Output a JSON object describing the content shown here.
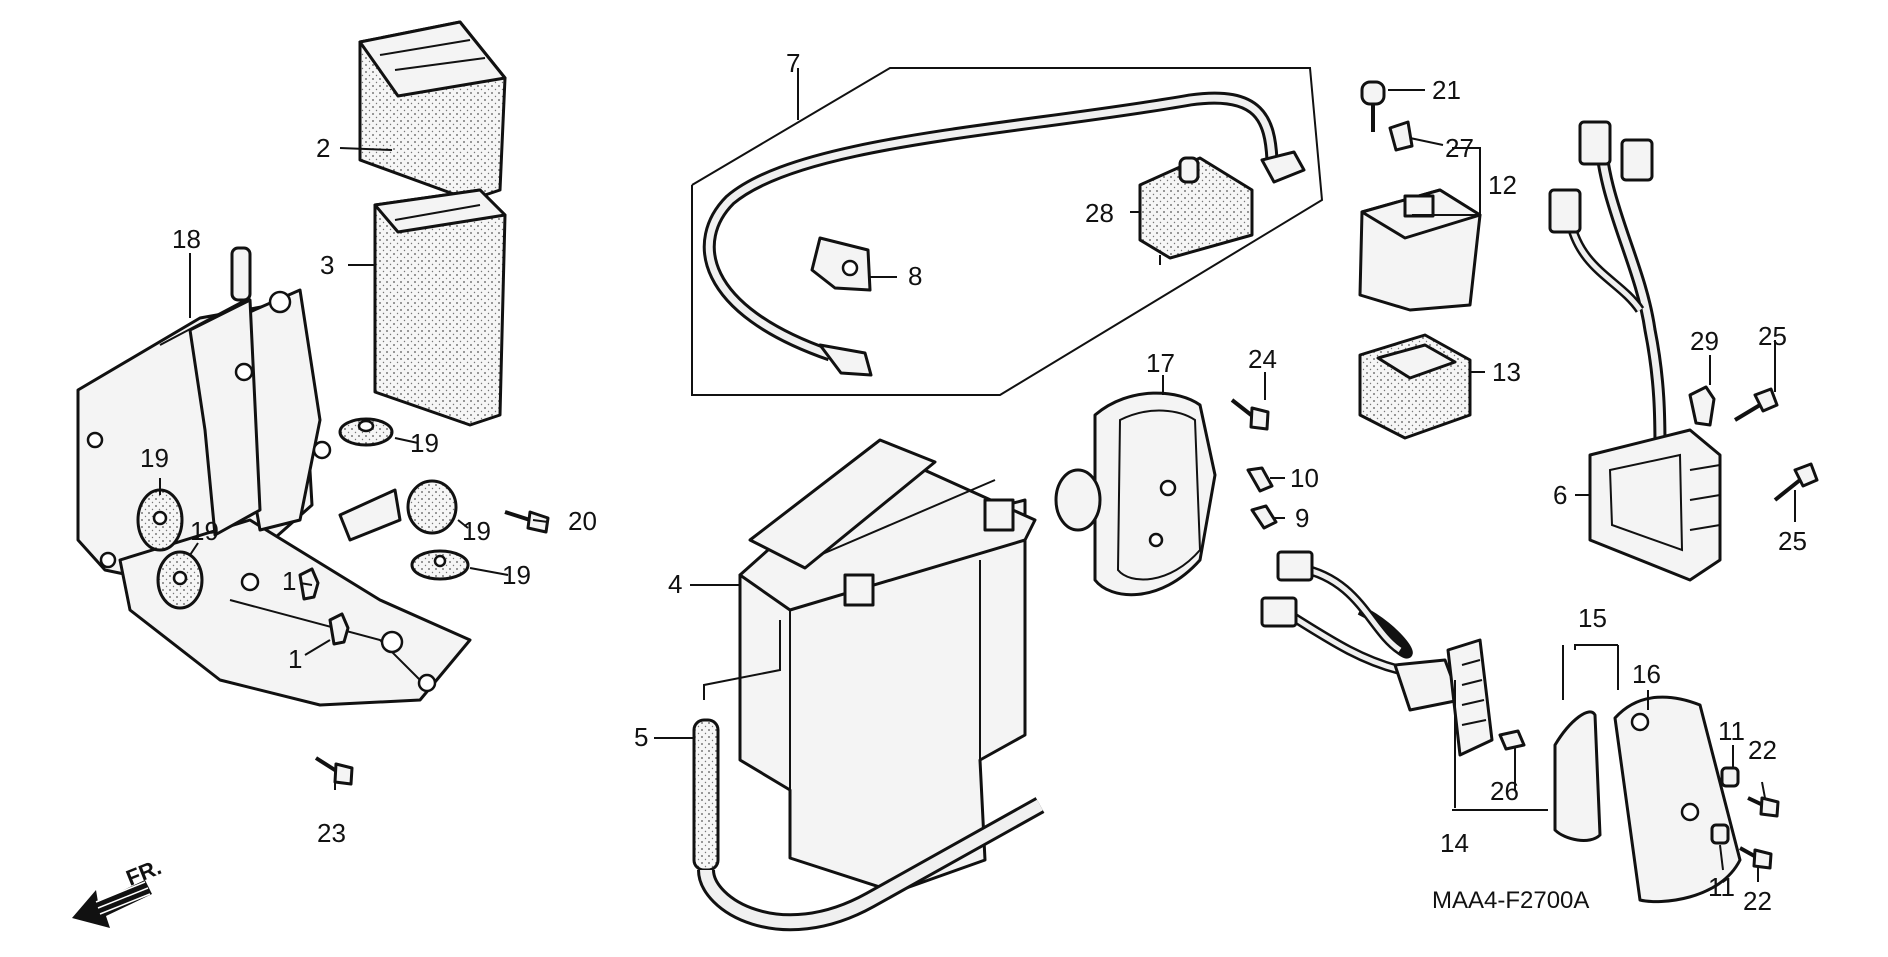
{
  "diagram_code": "MAA4-F2700A",
  "front_indicator": "FR.",
  "callouts": {
    "c1a": "1",
    "c1b": "1",
    "c2": "2",
    "c3": "3",
    "c4": "4",
    "c5": "5",
    "c6": "6",
    "c7": "7",
    "c8": "8",
    "c9": "9",
    "c10": "10",
    "c11a": "11",
    "c11b": "11",
    "c12": "12",
    "c13": "13",
    "c14": "14",
    "c15": "15",
    "c16": "16",
    "c17": "17",
    "c18": "18",
    "c19a": "19",
    "c19b": "19",
    "c19c": "19",
    "c19d": "19",
    "c19e": "19",
    "c20": "20",
    "c21": "21",
    "c22a": "22",
    "c22b": "22",
    "c23": "23",
    "c24": "24",
    "c25a": "25",
    "c25b": "25",
    "c26": "26",
    "c27": "27",
    "c28": "28",
    "c29": "29"
  }
}
